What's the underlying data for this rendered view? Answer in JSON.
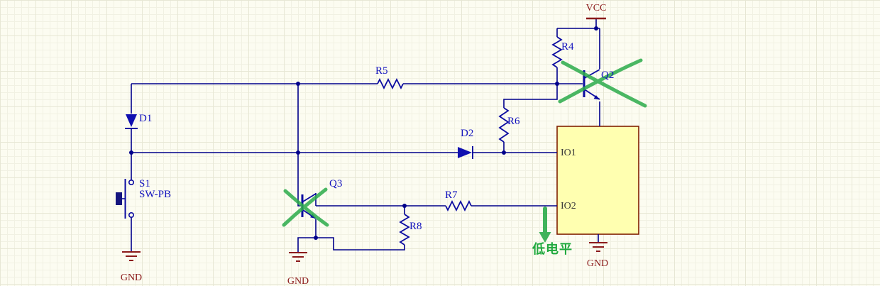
{
  "schematic": {
    "power": {
      "vcc": "VCC",
      "gnd_left": "GND",
      "gnd_mid": "GND",
      "gnd_right": "GND"
    },
    "labels": {
      "d1": "D1",
      "s1": "S1",
      "s1_part": "SW-PB",
      "r4": "R4",
      "r5": "R5",
      "r6": "R6",
      "r7": "R7",
      "r8": "R8",
      "d2": "D2",
      "q2": "Q2",
      "q3": "Q3"
    },
    "ic": {
      "pin_io1": "IO1",
      "pin_io2": "IO2"
    },
    "annotations": {
      "low_level": "低电平",
      "crossed_out": [
        "Q2",
        "Q3"
      ]
    },
    "colors": {
      "wire": "#00008B",
      "component": "#0A0AA0",
      "label": "#1212BE",
      "power": "#8B1A1A",
      "ic_fill": "#FFFFB0",
      "ic_border": "#802000",
      "marker_green": "#2CAC4B",
      "background": "#FCFCF1"
    }
  }
}
